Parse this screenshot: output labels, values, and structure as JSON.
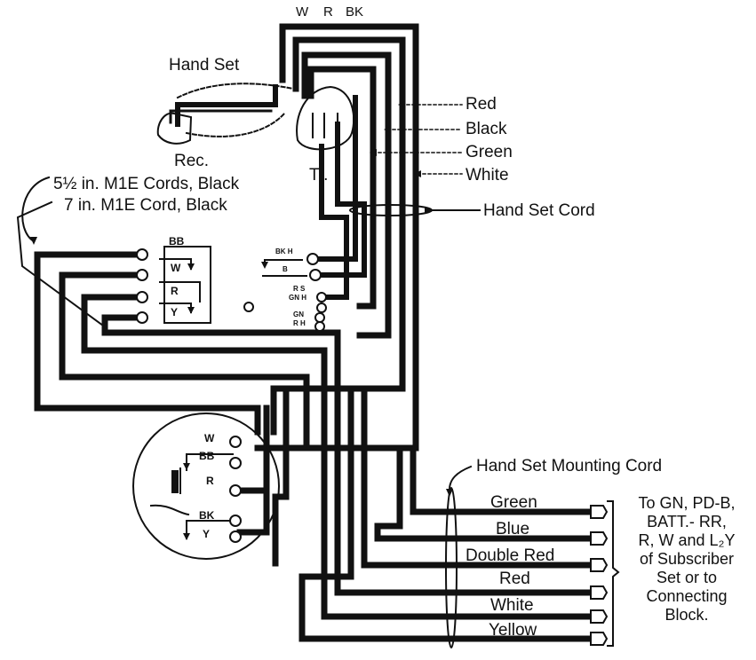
{
  "top_conductor_labels": {
    "w": "W",
    "r": "R",
    "bk": "BK"
  },
  "hand_set_label": "Hand Set",
  "rec_label": "Rec.",
  "tr_label": "Tr.",
  "cord_labels": {
    "line1": "5½ in. M1E Cords, Black",
    "line2": "7 in. M1E Cord, Black"
  },
  "handset_cord_colors": [
    "Red",
    "Black",
    "Green",
    "White"
  ],
  "hand_set_cord_label": "Hand Set Cord",
  "left_block_terminals": [
    "BB",
    "W",
    "R",
    "Y"
  ],
  "right_block_terminals": [
    "BK H",
    "B",
    "R S",
    "GN H",
    "GN",
    "R H"
  ],
  "round_block_terminals": [
    "W",
    "BB",
    "R",
    "BK",
    "Y"
  ],
  "mounting_cord_label": "Hand Set Mounting Cord",
  "mounting_cord_colors": [
    "Green",
    "Blue",
    "Double Red",
    "Red",
    "White",
    "Yellow"
  ],
  "destination_note": {
    "lines": [
      "To GN, PD-B,",
      "BATT.- RR,",
      "R, W and L₂Y",
      "of Subscriber",
      "Set or to",
      "Connecting",
      "Block."
    ]
  }
}
